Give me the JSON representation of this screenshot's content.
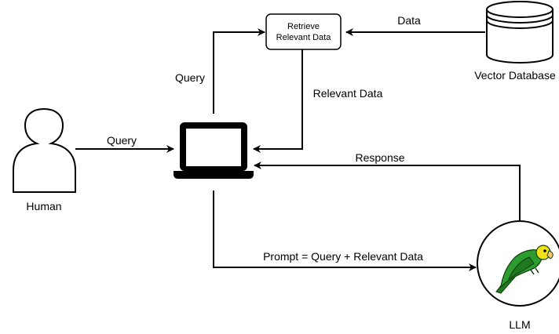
{
  "nodes": {
    "retrieve": {
      "line1": "Retrieve",
      "line2": "Relevant Data"
    },
    "vector_db": {
      "label": "Vector Database"
    },
    "human": {
      "label": "Human"
    },
    "llm": {
      "label": "LLM"
    }
  },
  "edges": {
    "data": "Data",
    "query_up": "Query",
    "relevant_data": "Relevant Data",
    "human_query": "Query",
    "response": "Response",
    "prompt": "Prompt = Query + Relevant Data"
  },
  "colors": {
    "stroke": "#000000",
    "parrot_body": "#2e9b2e",
    "parrot_head": "#f2e21b",
    "parrot_beak": "#f6c66a"
  }
}
